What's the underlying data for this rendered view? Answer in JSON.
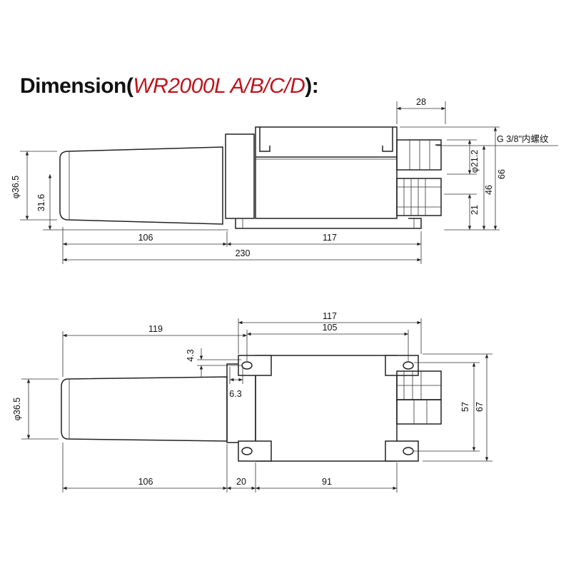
{
  "title": {
    "prefix": "Dimension(",
    "model": "WR2000L A/B/C/D",
    "suffix": "):"
  },
  "colors": {
    "model_text": "#c0141c",
    "line": "#222222"
  },
  "side_view": {
    "dia_tube": "φ36.5",
    "tube_height": "31.6",
    "tube_length": "106",
    "box_length": "117",
    "overall_length": "230",
    "nozzle_length": "28",
    "thread_note": "G 3/8\"内螺纹",
    "dia_nozzle": "φ21.2",
    "gland_height": "21",
    "nozzle_height": "46",
    "total_height": "66"
  },
  "top_view": {
    "dia_tube": "φ36.5",
    "tube_to_hole": "119",
    "box_length": "117",
    "hole_pitch_x": "105",
    "dim_43": "4.3",
    "dim_63": "6.3",
    "tube_length": "106",
    "flange": "20",
    "box_body": "91",
    "hole_pitch_y": "57",
    "box_width": "67"
  }
}
